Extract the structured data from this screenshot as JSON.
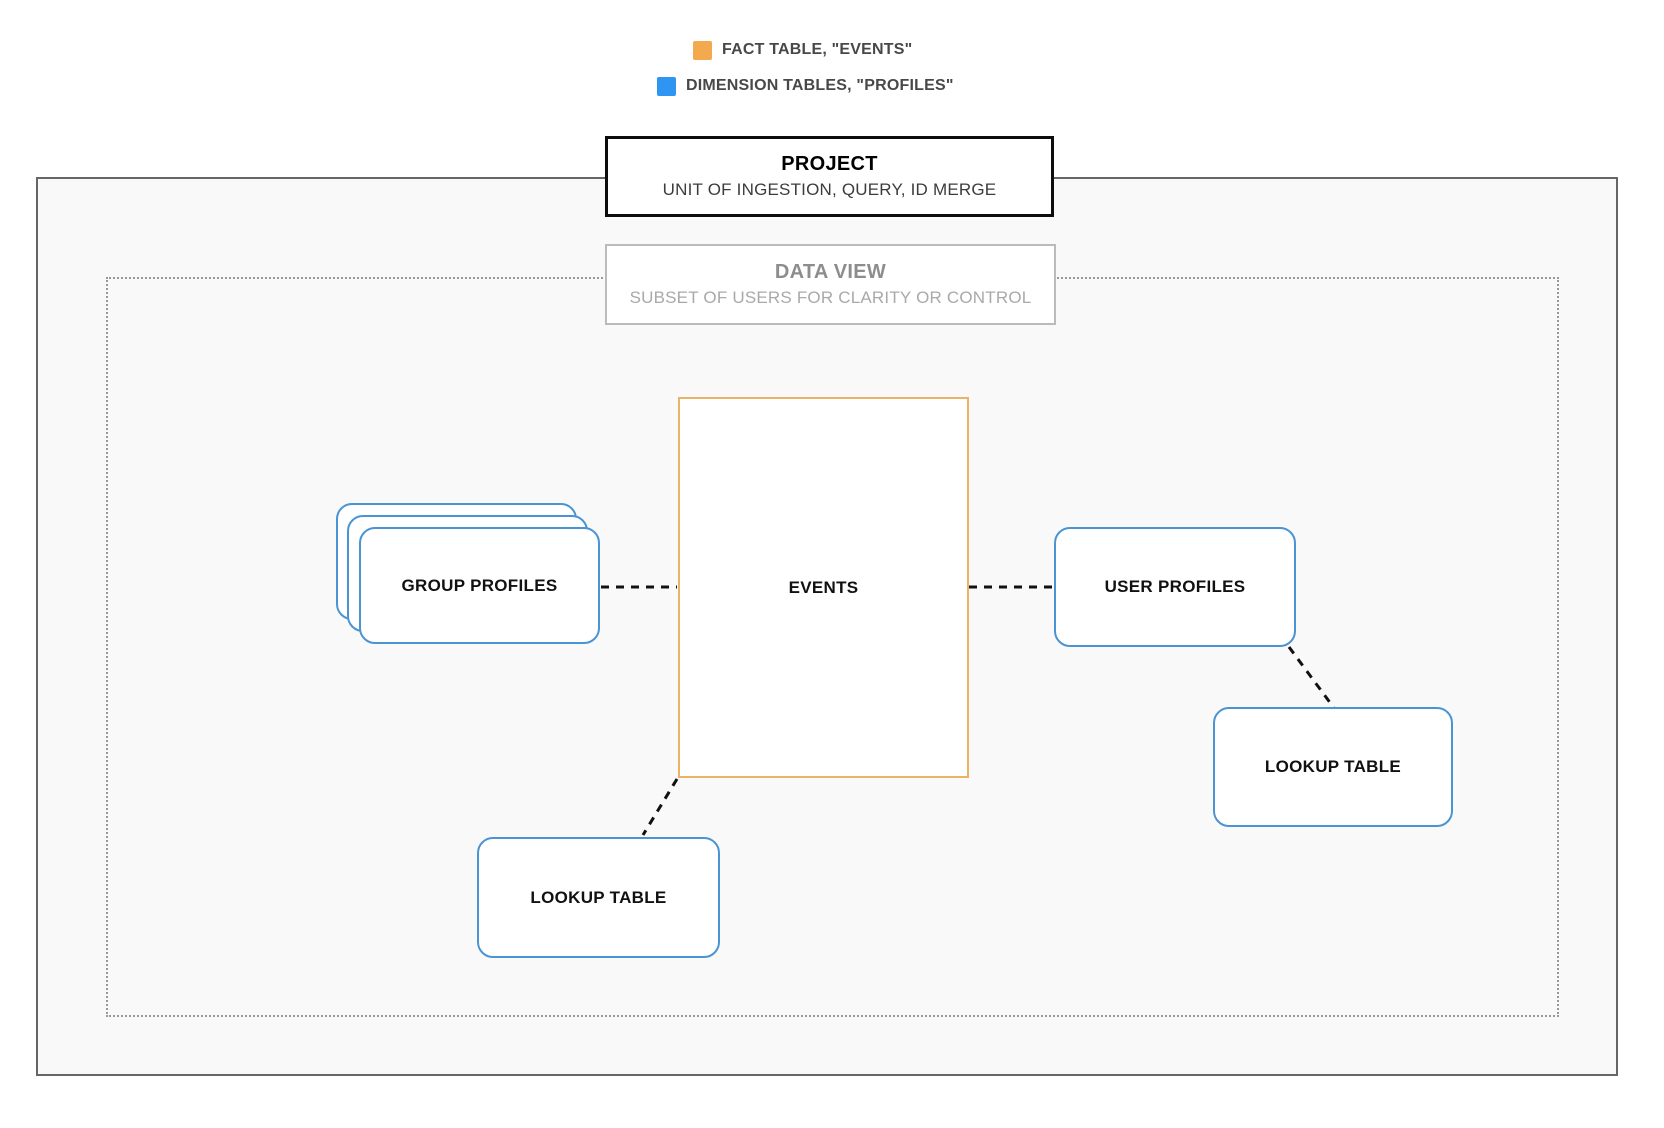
{
  "legend": {
    "items": [
      {
        "swatch": "fact-color-swatch",
        "color": "#F5A94F",
        "label": "FACT TABLE, \"EVENTS\""
      },
      {
        "swatch": "dimension-color-swatch",
        "color": "#2E96F2",
        "label": "DIMENSION TABLES, \"PROFILES\""
      }
    ]
  },
  "project_box": {
    "title": "PROJECT",
    "subtitle": "UNIT OF INGESTION, QUERY, ID MERGE"
  },
  "data_view_box": {
    "title": "DATA VIEW",
    "subtitle": "SUBSET OF USERS FOR CLARITY OR CONTROL"
  },
  "nodes": {
    "events": {
      "label": "EVENTS",
      "type": "fact"
    },
    "group_profiles": {
      "label": "GROUP PROFILES",
      "type": "dimension",
      "stacked": true
    },
    "user_profiles": {
      "label": "USER PROFILES",
      "type": "dimension"
    },
    "lookup_right": {
      "label": "LOOKUP TABLE",
      "type": "dimension"
    },
    "lookup_bottom": {
      "label": "LOOKUP TABLE",
      "type": "dimension"
    }
  },
  "connections": [
    {
      "from": "group_profiles",
      "to": "events",
      "style": "dashed"
    },
    {
      "from": "events",
      "to": "user_profiles",
      "style": "dashed"
    },
    {
      "from": "user_profiles",
      "to": "lookup_right",
      "style": "dashed"
    },
    {
      "from": "events",
      "to": "lookup_bottom",
      "style": "dashed"
    }
  ],
  "colors": {
    "fact_swatch": "#F5A94F",
    "dimension_swatch": "#2E96F2",
    "fact_node_border": "#EBB269",
    "dimension_node_border": "#4A94D4",
    "outer_rect_border": "#666666",
    "dotted_rect_border": "#999999",
    "connector": "#111111"
  }
}
